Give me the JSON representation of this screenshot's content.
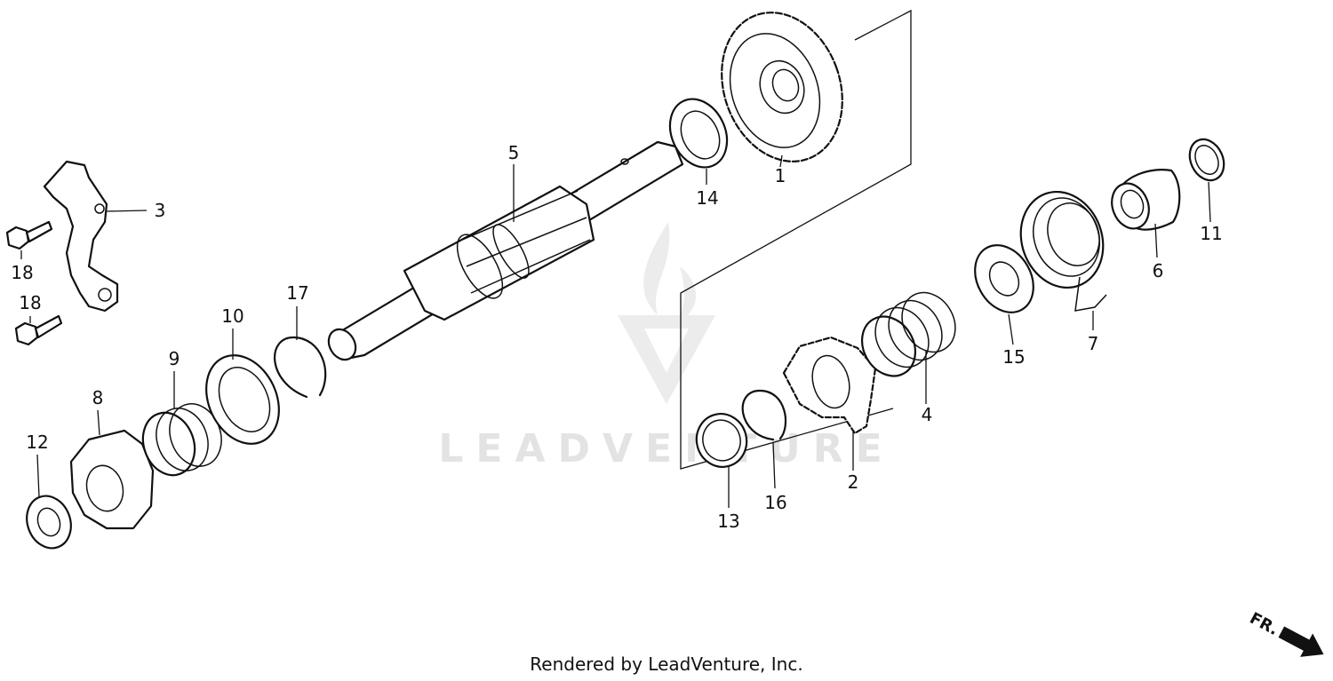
{
  "watermark": {
    "text": "LEADVENTURE"
  },
  "direction_indicator": {
    "label": "FR."
  },
  "footer": {
    "text": "Rendered by LeadVenture, Inc."
  },
  "callouts": [
    {
      "id": "c1",
      "text": "1"
    },
    {
      "id": "c2",
      "text": "2"
    },
    {
      "id": "c3",
      "text": "3"
    },
    {
      "id": "c4",
      "text": "4"
    },
    {
      "id": "c5",
      "text": "5"
    },
    {
      "id": "c6",
      "text": "6"
    },
    {
      "id": "c7",
      "text": "7"
    },
    {
      "id": "c8",
      "text": "8"
    },
    {
      "id": "c9",
      "text": "9"
    },
    {
      "id": "c10",
      "text": "10"
    },
    {
      "id": "c11",
      "text": "11"
    },
    {
      "id": "c12",
      "text": "12"
    },
    {
      "id": "c13",
      "text": "13"
    },
    {
      "id": "c14",
      "text": "14"
    },
    {
      "id": "c15",
      "text": "15"
    },
    {
      "id": "c16",
      "text": "16"
    },
    {
      "id": "c17",
      "text": "17"
    },
    {
      "id": "c18a",
      "text": "18"
    },
    {
      "id": "c18b",
      "text": "18"
    }
  ]
}
